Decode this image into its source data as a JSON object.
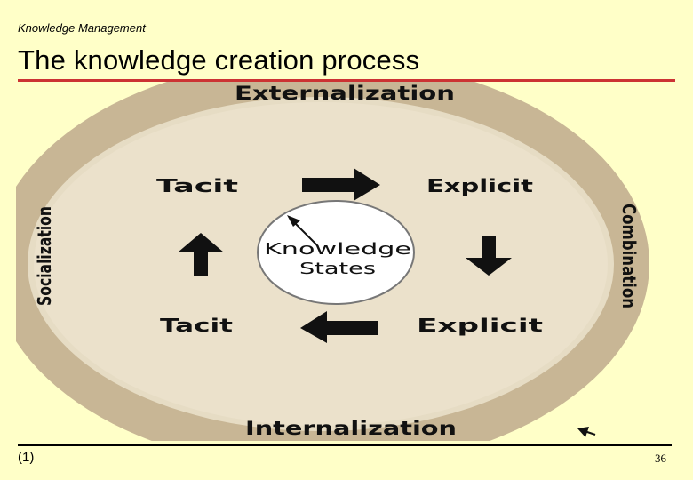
{
  "header": {
    "subject": "Knowledge Management",
    "title": "The knowledge creation process"
  },
  "diagram": {
    "outer_labels": {
      "top": "Externalization",
      "bottom": "Internalization",
      "left": "Socialization",
      "right": "Combination"
    },
    "inner_labels": {
      "top_left": "Tacit",
      "top_right": "Explicit",
      "bottom_left": "Tacit",
      "bottom_right": "Explicit"
    },
    "center": {
      "line1": "Knowledge",
      "line2": "States"
    },
    "colors": {
      "outer_ring": "#c8b695",
      "inner_disc": "#ebe1cb",
      "center_disc": "#ffffff",
      "background": "#ffffc8"
    }
  },
  "footer": {
    "footnote": "(1)",
    "page_number": "36"
  }
}
